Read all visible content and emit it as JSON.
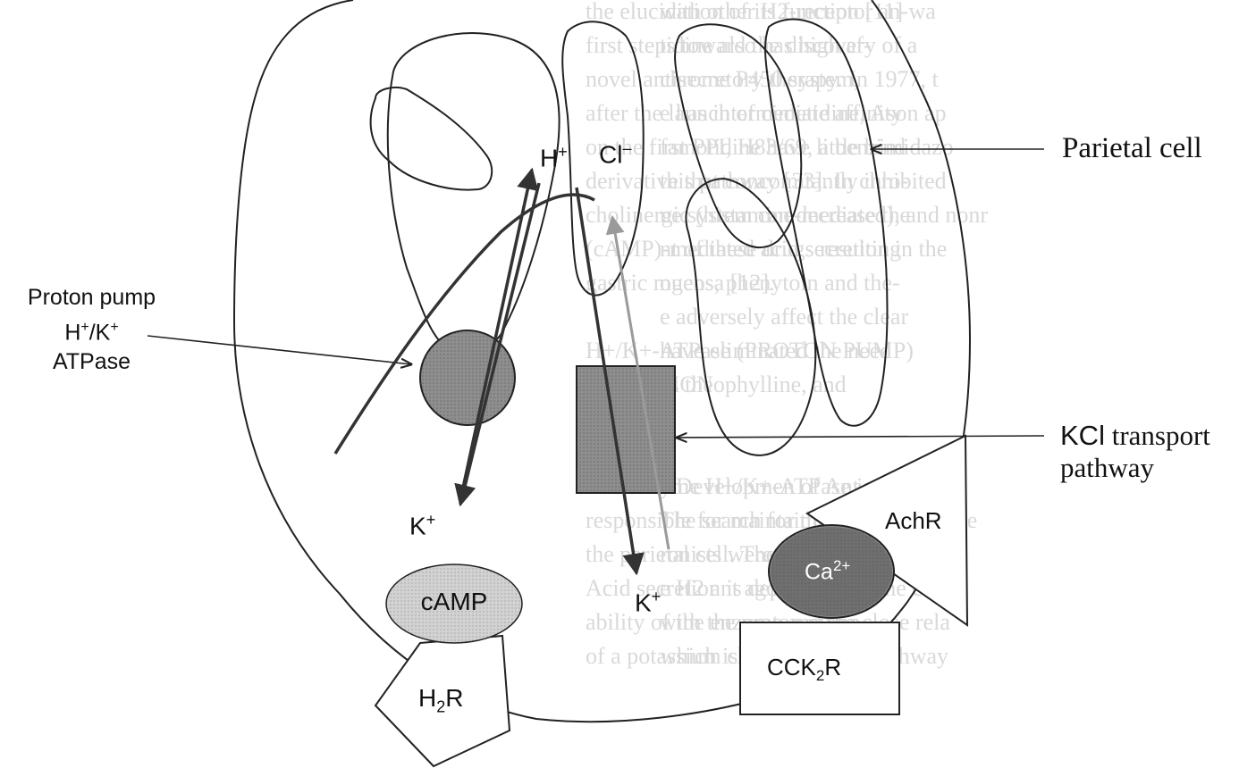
{
  "background_text": {
    "column_right": [
      "with other H2-receptor an-",
      "tidine also has high af-",
      "chrome P450 system,",
      "e has intermediate affinity",
      "famotidine have little bind",
      "this pathway [33]. In chro-",
      "ne system can decrease the",
      "nt of these drugs resulting",
      "ogens, phenytoin and the-",
      "e adversely affect the clear",
      "have eliminated the need",
      "as theophylline, and",
      "",
      "",
      "e Developmen of Ant",
      "The search for the effect",
      "ronists were the cor-",
      "e H2 ant agonists in",
      "with the proton pump",
      "which is an irreversible"
    ],
    "column_middle": [
      "the elucidation of its function [11] wa",
      "first steps toward the discovery of a",
      "novel antisecretory therapy. In 1977, t",
      "after the launch of cimetidine, Ason ap",
      "on the first PPI, H83/69, a benzimidazo",
      "derivative that concomitantly inhibited",
      "cholinergic (histamine-mediated), and nonr",
      "(cAMP)-mediated acid secretion in the",
      "gastric mucosa [12].",
      "",
      "H+/K+-ATPase (PROTON PUMP)",
      "INHIBITION",
      "",
      "",
      "The enzyme H+/K+-ATPase is proton p",
      "responsible for maintaining the cellular ce",
      "the parietal cell. The secretion of gastri",
      "Acid secretion is dependent on the cellu",
      "ability of the enzyme and the close rela",
      "of a potassium chloride efflux pathway"
    ]
  },
  "labels": {
    "parietal_cell": "Parietal cell",
    "proton_pump_line1": "Proton pump",
    "proton_pump_line2_base": "H",
    "proton_pump_line2_sup1": "+",
    "proton_pump_line2_mid": "/K",
    "proton_pump_line2_sup2": "+",
    "proton_pump_line3": "ATPase",
    "kcl_line1_prefix": "KCl",
    "kcl_line1_suffix": " transport",
    "kcl_line2": "pathway",
    "h_plus_base": "H",
    "h_plus_sup": "+",
    "cl_minus_base": "Cl",
    "cl_minus_sup": "–",
    "k_plus_left_base": "K",
    "k_plus_left_sup": "+",
    "k_plus_right_base": "K",
    "k_plus_right_sup": "+",
    "camp": "cAMP",
    "ca_base": "Ca",
    "ca_sup": "2+",
    "achr": "AchR",
    "h2r_base": "H",
    "h2r_sub": "2",
    "h2r_suffix": "R",
    "cck_prefix": "CCK",
    "cck_sub": "2",
    "cck_suffix": "R"
  },
  "colors": {
    "proton_pump": "#8a8a8a",
    "kcl_transporter": "#8a8a8a",
    "camp": "#c8c8c8",
    "calcium": "#4a4a4a",
    "outline": "#222222",
    "background_text": "#d9d9d9"
  }
}
